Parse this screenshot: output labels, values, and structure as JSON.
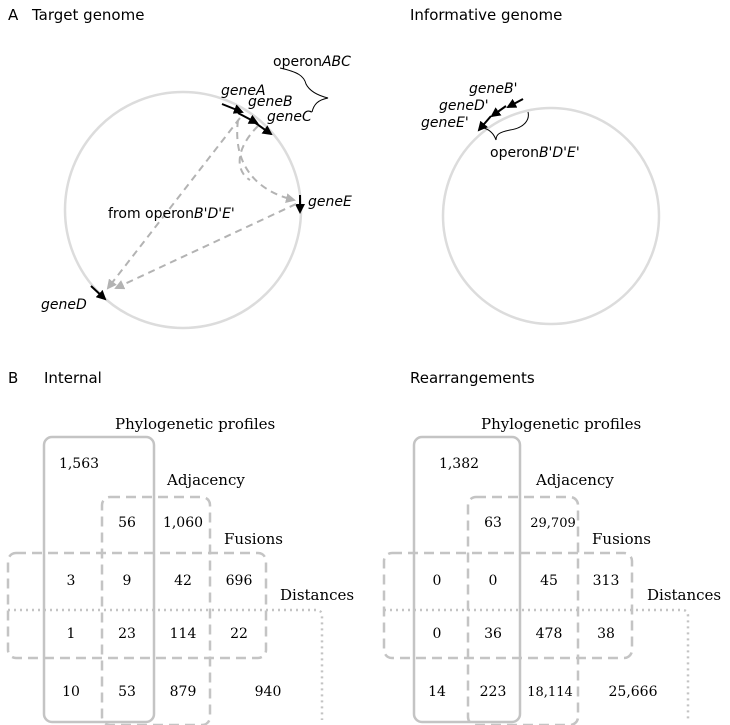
{
  "panelA": {
    "label": "A",
    "target": {
      "title": "Target genome",
      "operon_prefix": "operon",
      "operon_name": "ABC",
      "genes": [
        "geneA",
        "geneB",
        "geneC",
        "geneE",
        "geneD"
      ],
      "from_prefix": "from operon",
      "from_name": "B'D'E'"
    },
    "informative": {
      "title": "Informative genome",
      "genes": [
        "geneB'",
        "geneD'",
        "geneE'"
      ],
      "operon_prefix": "operon",
      "operon_name": "B'D'E'"
    }
  },
  "panelB": {
    "label": "B",
    "internal": {
      "title": "Internal",
      "labels": {
        "phylo": "Phylogenetic profiles",
        "adjacency": "Adjacency",
        "fusions": "Fusions",
        "distances": "Distances"
      },
      "cells": {
        "p_only": "1,563",
        "pa": "56",
        "a_only": "1,060",
        "pf": "3",
        "paf": "9",
        "af": "42",
        "f_only": "696",
        "pfd": "1",
        "pafd": "23",
        "afd": "114",
        "fd": "22",
        "pd": "10",
        "pad": "53",
        "ad": "879",
        "d_only": "940"
      }
    },
    "rearrangements": {
      "title": "Rearrangements",
      "labels": {
        "phylo": "Phylogenetic profiles",
        "adjacency": "Adjacency",
        "fusions": "Fusions",
        "distances": "Distances"
      },
      "cells": {
        "p_only": "1,382",
        "pa": "63",
        "a_only": "29,709",
        "pf": "0",
        "paf": "0",
        "af": "45",
        "f_only": "313",
        "pfd": "0",
        "pafd": "36",
        "afd": "478",
        "fd": "38",
        "pd": "14",
        "pad": "223",
        "ad": "18,114",
        "d_only": "25,666"
      }
    }
  }
}
